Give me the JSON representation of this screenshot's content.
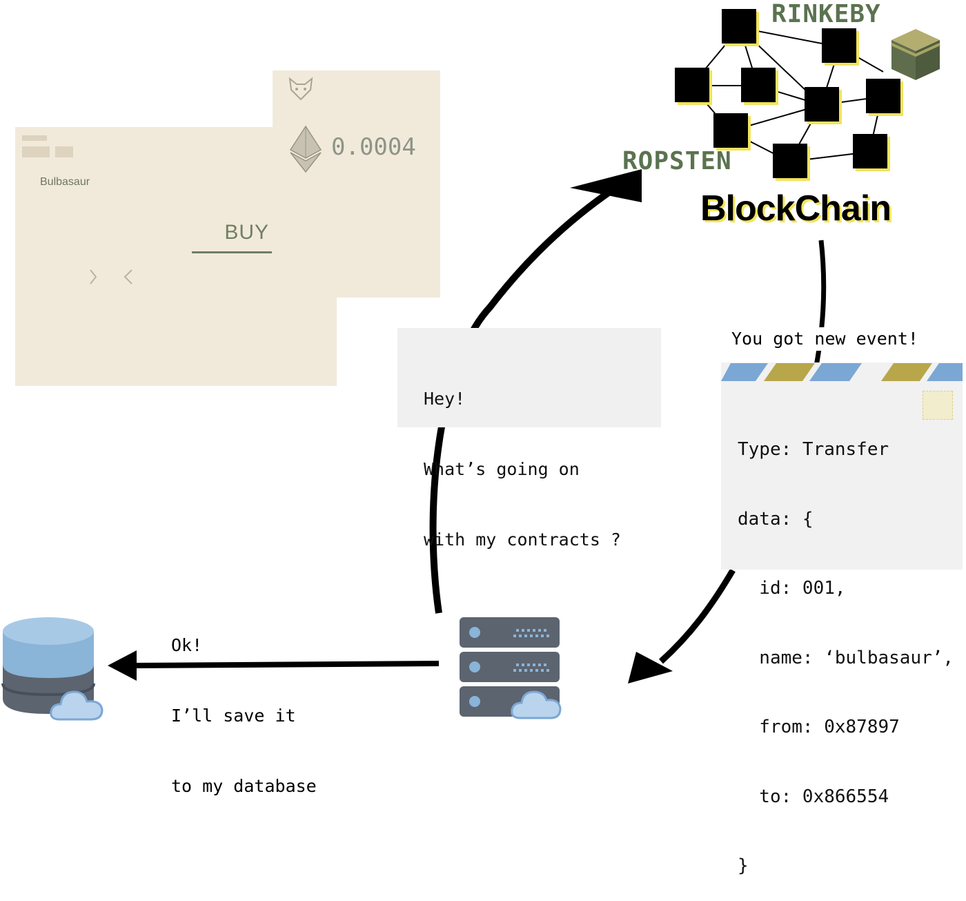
{
  "app_card": {
    "pokemon_name": "Bulbasaur",
    "buy_label": "BUY"
  },
  "wallet_card": {
    "eth_amount": "0.0004",
    "fox_icon": "metamask-fox-icon",
    "eth_icon": "ethereum-diamond-icon"
  },
  "blockchain": {
    "title": "BlockChain",
    "networks": [
      "RINKEBY",
      "ROPSTEN"
    ]
  },
  "query_bubble": {
    "lines": [
      "Hey!",
      "What’s going on",
      "with my contracts ?"
    ]
  },
  "event": {
    "notice": "You got new event!",
    "lines": [
      "Type: Transfer",
      "data: {",
      "  id: 001,",
      "  name: ‘bulbasaur’,",
      "  from: 0x87897",
      "  to: 0x866554",
      "}"
    ]
  },
  "save_message": {
    "lines": [
      "Ok!",
      "I’ll save it",
      "to my database"
    ]
  },
  "colors": {
    "panel": "#f1eadb",
    "network_label": "#5b7350",
    "blockchain_shadow": "#f2e35c",
    "stripe_blue": "#7ba7d4",
    "stripe_gold": "#b8a64a",
    "db_blue": "#8ab4d8",
    "server_gray": "#5c6470"
  }
}
